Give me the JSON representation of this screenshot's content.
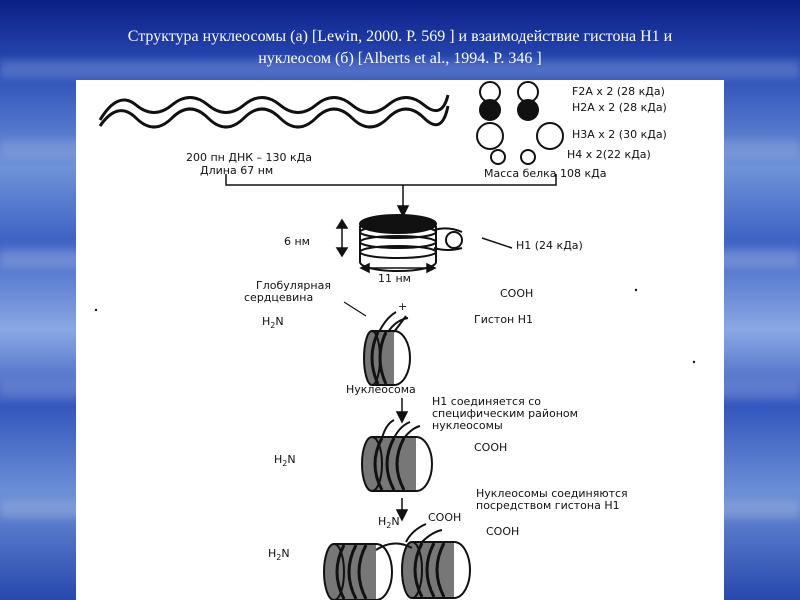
{
  "title": {
    "line1": "Структура нуклеосомы (а) [Lewin,  2000. P. 569 ] и взаимодействие гистона Н1   и",
    "line2": "нуклеосом  (б) [Alberts et al., 1994. P. 346 ]"
  },
  "diagram": {
    "histones": {
      "h2b": "F2A x 2 (28 кДа)",
      "h2a": "H2A x 2 (28 кДа)",
      "h3a": "H3A x 2 (30 кДа)",
      "h4": "H4 x 2(22 кДа)",
      "protein_mass": "Масса белка 108 кДа"
    },
    "dna": {
      "bp_label": "200 пн ДНК – 130 кДа",
      "length_label": "Длина 67 нм"
    },
    "core": {
      "height_label": "6 нм",
      "width_label": "11 нм",
      "h1_label": "H1 (24 кДа)"
    },
    "globular": {
      "label_line1": "Глобулярная",
      "label_line2": "сердцевина",
      "h2n": "H",
      "h2n_sub": "2",
      "h2n_tail": "N",
      "cooh": "COOH",
      "plus": "+",
      "histone_h1": "Гистон H1",
      "nucleosome": "Нуклеосома"
    },
    "step2": {
      "line1": "H1 соединяется со",
      "line2": "специфическим  районом",
      "line3": "нуклеосомы",
      "h2n": "H",
      "h2n_sub": "2",
      "h2n_tail": "N",
      "cooh": "COOH"
    },
    "step3": {
      "line1": "Нуклеосомы соединяются",
      "line2": "посредством  гистона H1",
      "h2n_top": "H",
      "h2n_top_sub": "2",
      "h2n_top_tail": "N",
      "cooh_top": "COOH",
      "cooh_right": "COOH",
      "h2n_left": "H",
      "h2n_left_sub": "2",
      "h2n_left_tail": "N"
    }
  }
}
